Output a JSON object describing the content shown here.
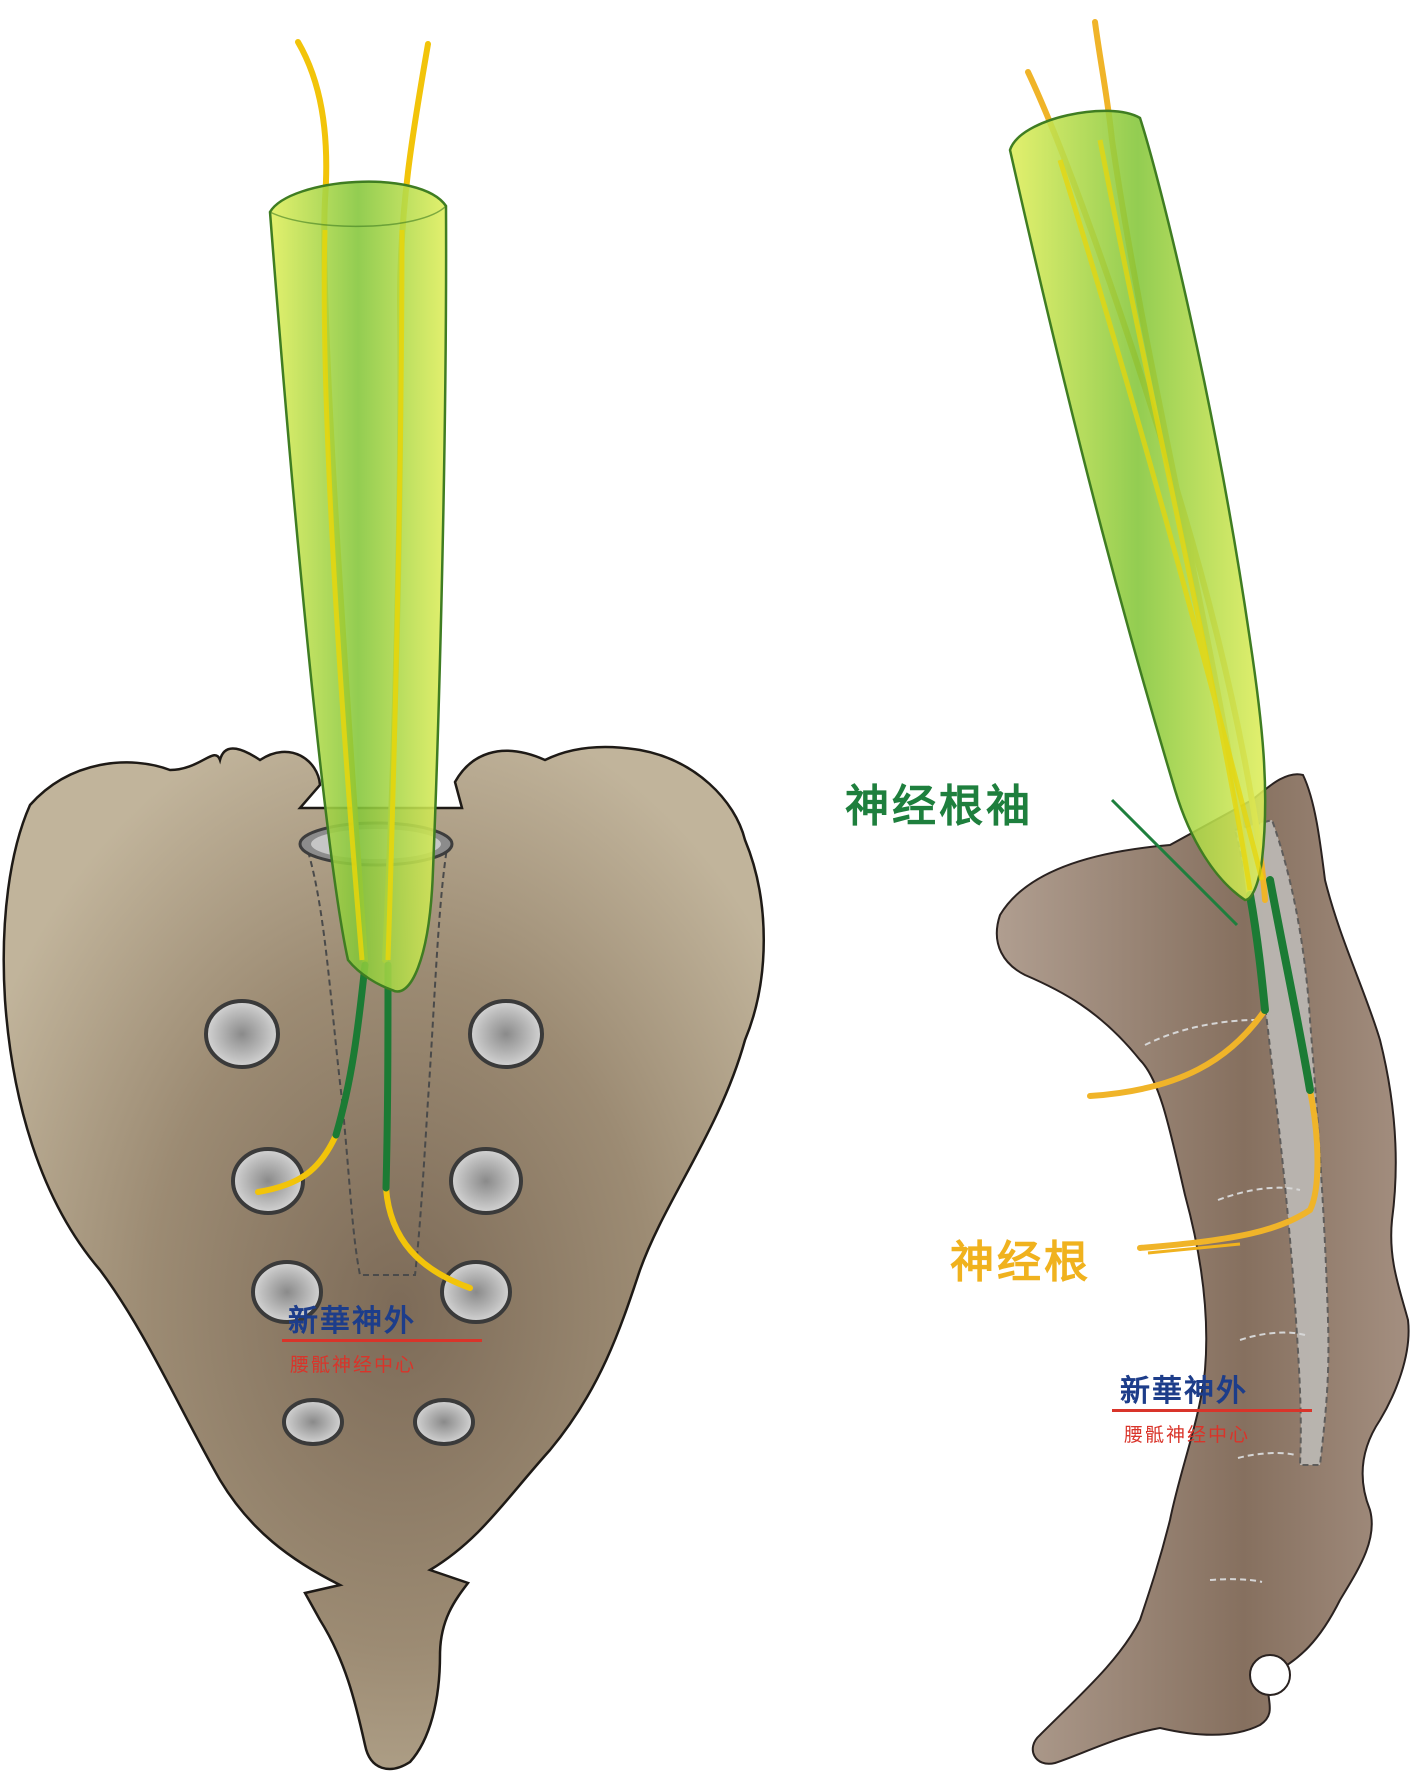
{
  "colors": {
    "bone": "#a89a81",
    "bone_lateral": "#948170",
    "bone_stroke": "#1e1a16",
    "sheath_fill": "#c3e33a",
    "sheath_stroke": "#3f7d22",
    "nerve_yellow": "#f2c40a",
    "nerve_orange": "#f0b429",
    "nerve_green": "#1b7b34",
    "foramen_fill": "#b4b4b4",
    "label_green": "#1e7f3d",
    "label_yellow": "#f0b21e",
    "watermark_blue": "#1d3d8a",
    "watermark_red": "#d9342a"
  },
  "labels": {
    "root_sleeve": "神经根袖",
    "nerve_root": "神经根"
  },
  "watermarks": [
    {
      "title": "新華神外",
      "subtitle": "腰骶神经中心"
    },
    {
      "title": "新華神外",
      "subtitle": "腰骶神经中心"
    }
  ],
  "icons": {
    "sacrum_front": "sacrum-anterior-view",
    "sacrum_lateral": "sacrum-lateral-view"
  }
}
